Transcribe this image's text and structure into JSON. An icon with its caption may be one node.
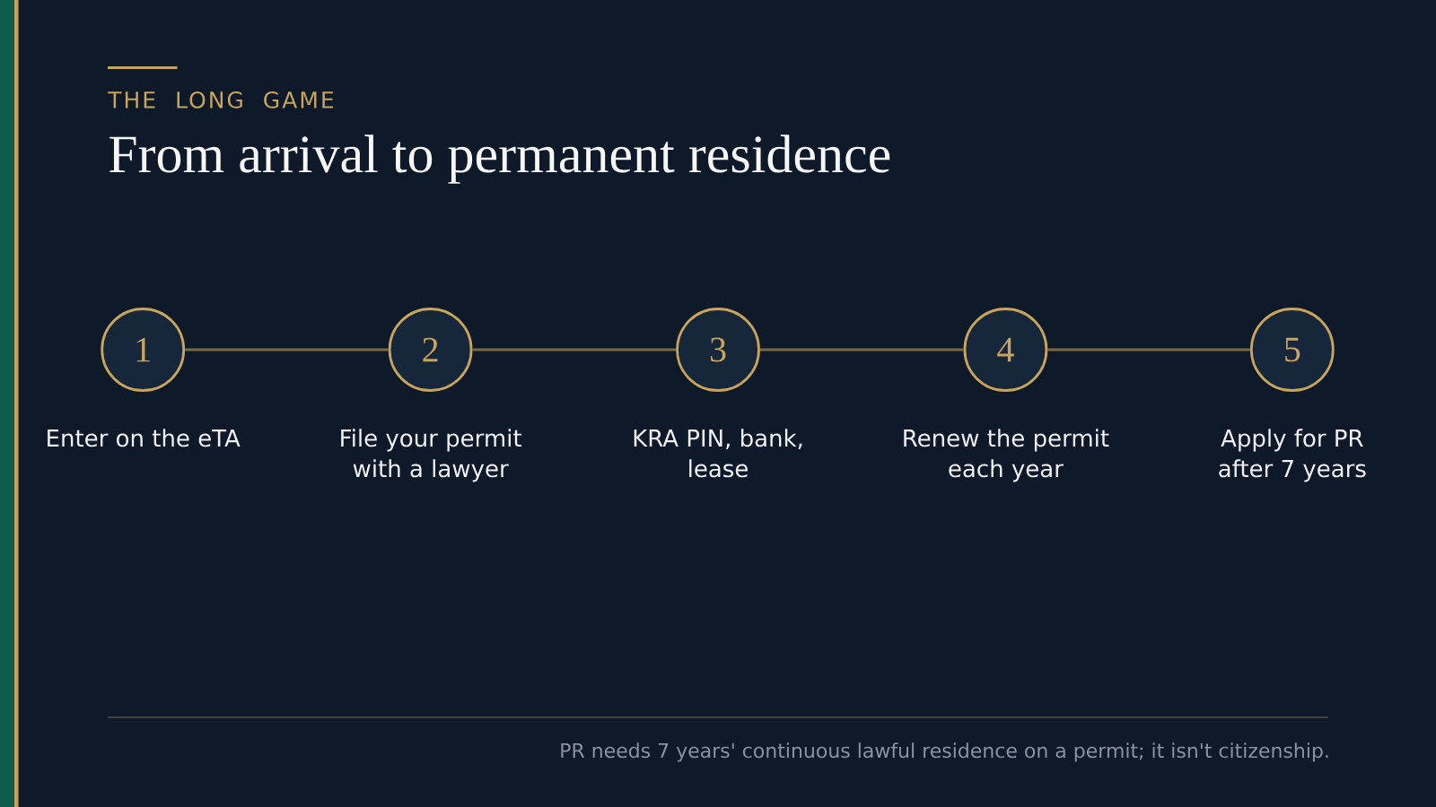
{
  "diagram": {
    "title": "From arrival to permanent residence",
    "nodes": [
      {
        "text": [
          "1"
        ],
        "beside": [
          "Enter on the eTA"
        ]
      },
      {
        "text": [
          "2"
        ],
        "beside": [
          "File your permit with a lawyer"
        ]
      },
      {
        "text": [
          "3"
        ],
        "beside": [
          "KRA PIN, bank, lease"
        ]
      },
      {
        "text": [
          "4"
        ],
        "beside": [
          "Renew the permit each year"
        ]
      },
      {
        "text": [
          "5"
        ],
        "beside": [
          "Apply for PR after 7 years"
        ]
      }
    ],
    "edges": [
      {
        "from": 0,
        "to": 1,
        "arrow": "none"
      },
      {
        "from": 1,
        "to": 2,
        "arrow": "none"
      },
      {
        "from": 2,
        "to": 3,
        "arrow": "none"
      },
      {
        "from": 3,
        "to": 4,
        "arrow": "none"
      }
    ],
    "labels": [
      "THE LONG GAME",
      "PR needs 7 years' continuous lawful residence on a permit; it isn't citizenship."
    ]
  }
}
